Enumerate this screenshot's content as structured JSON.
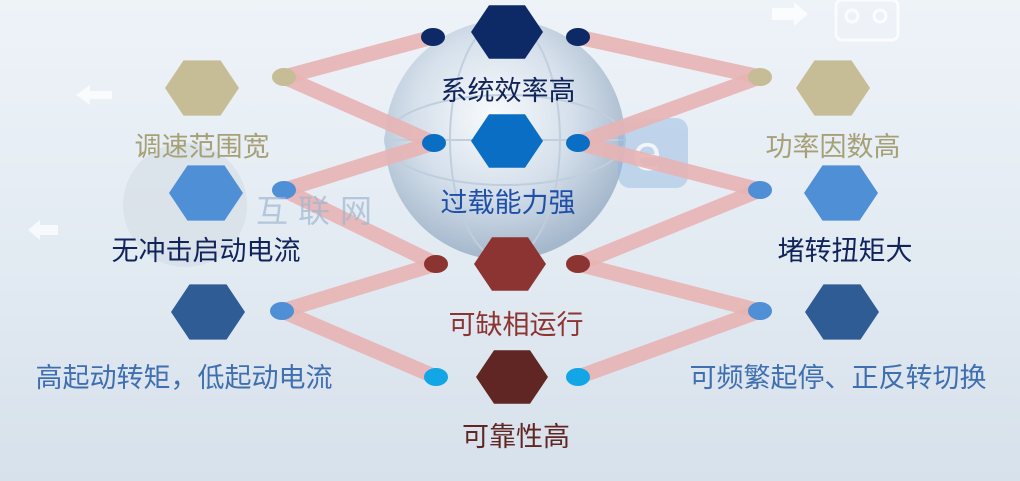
{
  "colors": {
    "connector": "#e8b4b4",
    "navy": "#0e2a66",
    "blue": "#0a6fc4",
    "light_blue": "#4f8fd6",
    "slate_blue": "#2f5c95",
    "khaki": "#c6bd96",
    "khaki_text": "#a7a077",
    "crimson": "#8b3431",
    "maroon": "#5f2624",
    "cyan": "#12a6e6"
  },
  "watermark": "互联网",
  "center": {
    "items": [
      {
        "label": "系统效率高",
        "hex_color": "#0e2a66",
        "label_color": "#10245a"
      },
      {
        "label": "过载能力强",
        "hex_color": "#0a6fc4",
        "label_color": "#1f4fa8"
      },
      {
        "label": "可缺相运行",
        "hex_color": "#8b3431",
        "label_color": "#8b3431"
      },
      {
        "label": "可靠性高",
        "hex_color": "#5f2624",
        "label_color": "#5f2624"
      }
    ]
  },
  "left": {
    "items": [
      {
        "label": "调速范围宽",
        "hex_color": "#c6bd96",
        "label_color": "#a7a077"
      },
      {
        "label": "无冲击启动电流",
        "hex_color": "#4f8fd6",
        "label_color": "#10245a"
      },
      {
        "label": "高起动转矩，低起动电流",
        "hex_color": "#2f5c95",
        "label_color": "#3f6fb0"
      }
    ]
  },
  "right": {
    "items": [
      {
        "label": "功率因数高",
        "hex_color": "#c6bd96",
        "label_color": "#a7a077"
      },
      {
        "label": "堵转扭矩大",
        "hex_color": "#4f8fd6",
        "label_color": "#10245a"
      },
      {
        "label": "可频繁起停、正反转切换",
        "hex_color": "#2f5c95",
        "label_color": "#3f6fb0"
      }
    ]
  }
}
